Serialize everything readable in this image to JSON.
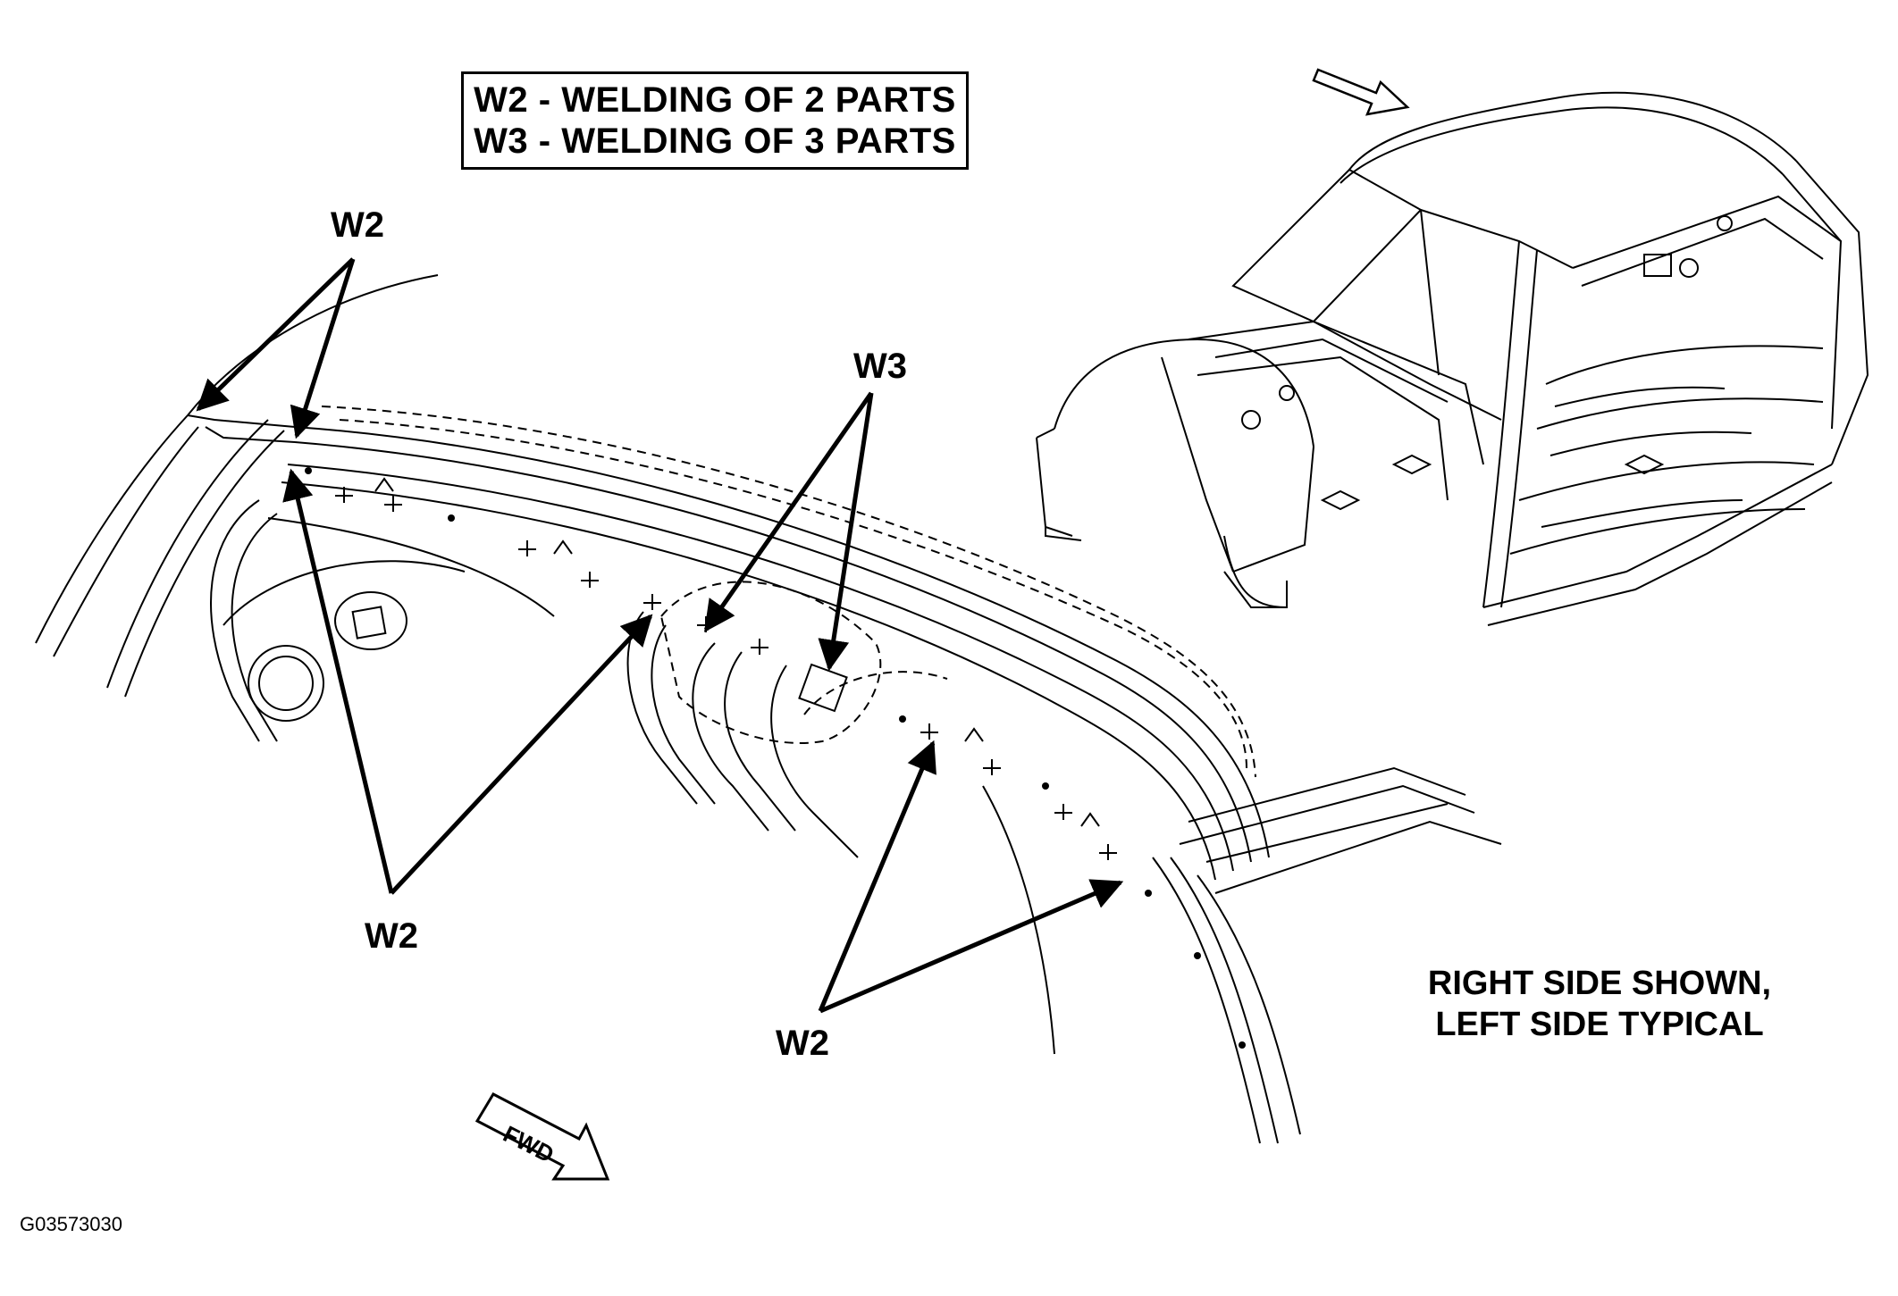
{
  "legend": {
    "w2": "W2 - WELDING OF 2 PARTS",
    "w3": "W3 - WELDING OF 3 PARTS"
  },
  "labels": {
    "w2_top_left": "W2",
    "w3_center": "W3",
    "w2_bottom_left": "W2",
    "w2_bottom_right": "W2",
    "fwd": "FWD"
  },
  "note": {
    "line1": "RIGHT SIDE SHOWN,",
    "line2": "LEFT SIDE TYPICAL"
  },
  "figure_code": "G03573030",
  "colors": {
    "ink": "#000000",
    "paper": "#ffffff"
  }
}
